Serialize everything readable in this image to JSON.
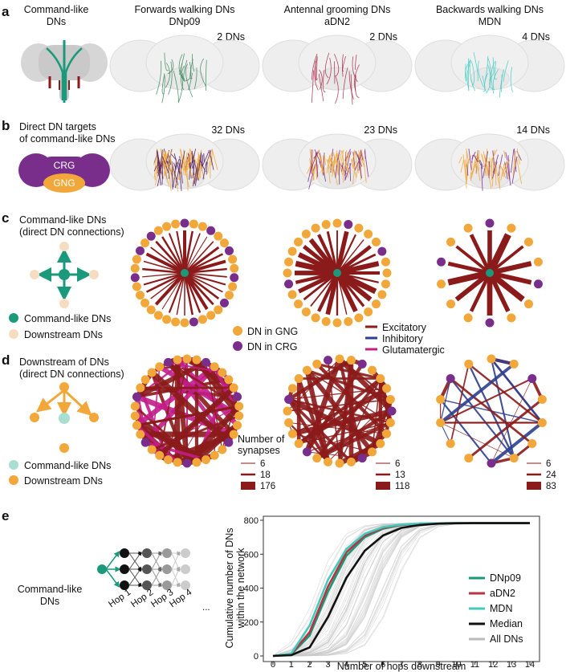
{
  "panels": {
    "a": "a",
    "b": "b",
    "c": "c",
    "d": "d",
    "e": "e"
  },
  "row_a": {
    "cmd_title_1": "Command-like",
    "cmd_title_2": "DNs",
    "columns": [
      {
        "title_1": "Forwards walking DNs",
        "title_2": "DNp09",
        "count": "2 DNs",
        "color": "#2a7d4f"
      },
      {
        "title_1": "Antennal grooming DNs",
        "title_2": "aDN2",
        "count": "2 DNs",
        "color": "#a11a3a"
      },
      {
        "title_1": "Backwards walking DNs",
        "title_2": "MDN",
        "count": "4 DNs",
        "color": "#33c9c0"
      }
    ]
  },
  "row_b": {
    "title_1": "Direct DN targets",
    "title_2": "of command-like DNs",
    "crg": "CRG",
    "gng": "GNG",
    "counts": [
      "32 DNs",
      "23 DNs",
      "14 DNs"
    ]
  },
  "row_c": {
    "title_1": "Command-like DNs",
    "title_2": "(direct DN connections)",
    "legend_cmd": "Command-like DNs",
    "legend_down": "Downstream DNs",
    "node_legend": [
      "DN in GNG",
      "DN in CRG"
    ],
    "edge_legend": [
      "Excitatory",
      "Inhibitory",
      "Glutamatergic"
    ]
  },
  "row_d": {
    "title_1": "Downstream of DNs",
    "title_2": "(direct DN connections)",
    "legend_cmd": "Command-like DNs",
    "legend_down": "Downstream DNs",
    "syn_title_1": "Number of",
    "syn_title_2": "synapses",
    "syn_scales": [
      [
        "6",
        "18",
        "176"
      ],
      [
        "6",
        "13",
        "118"
      ],
      [
        "6",
        "24",
        "83"
      ]
    ]
  },
  "row_e": {
    "cmd_1": "Command-like",
    "cmd_2": "DNs",
    "hops": [
      "Hop 1",
      "Hop 2",
      "Hop 3",
      "Hop 4"
    ],
    "ellipsis": "..."
  },
  "colors": {
    "teal": "#1a9a7b",
    "gng": "#f2a73a",
    "crg": "#7a2e8c",
    "excitatory": "#8b1a1a",
    "inhibitory": "#2e3f8f",
    "glutamatergic": "#c41c8a",
    "downstream_light": "#f6dcc0",
    "cmd_light": "#a9dfd3"
  },
  "chart_data": {
    "type": "line",
    "ylabel": "Cumulative number of DNs within the network",
    "xlabel": "Number of hops downstream",
    "xlim": [
      0,
      14
    ],
    "ylim": [
      0,
      800
    ],
    "xticks": [
      0,
      1,
      2,
      3,
      4,
      5,
      6,
      7,
      8,
      9,
      10,
      11,
      12,
      13,
      14
    ],
    "yticks": [
      0,
      200,
      400,
      600,
      800
    ],
    "x": [
      0,
      1,
      2,
      3,
      4,
      5,
      6,
      7,
      8,
      9,
      10,
      11,
      12,
      13,
      14
    ],
    "series": [
      {
        "name": "DNp09",
        "color": "#1a9a7b",
        "values": [
          0,
          10,
          120,
          380,
          590,
          700,
          750,
          772,
          780,
          782,
          783,
          783,
          783,
          783,
          783
        ]
      },
      {
        "name": "aDN2",
        "color": "#b83540",
        "values": [
          0,
          12,
          140,
          410,
          610,
          710,
          755,
          773,
          780,
          782,
          783,
          783,
          783,
          783,
          783
        ]
      },
      {
        "name": "MDN",
        "color": "#45c9bd",
        "values": [
          0,
          14,
          180,
          450,
          630,
          720,
          760,
          775,
          781,
          782,
          783,
          783,
          783,
          783,
          783
        ]
      },
      {
        "name": "Median",
        "color": "#111111",
        "values": [
          0,
          5,
          50,
          230,
          460,
          620,
          710,
          755,
          772,
          780,
          782,
          783,
          783,
          783,
          783
        ]
      },
      {
        "name": "All DNs",
        "color": "#bbbbbb",
        "values": []
      }
    ],
    "grid": false,
    "legend": "right"
  }
}
